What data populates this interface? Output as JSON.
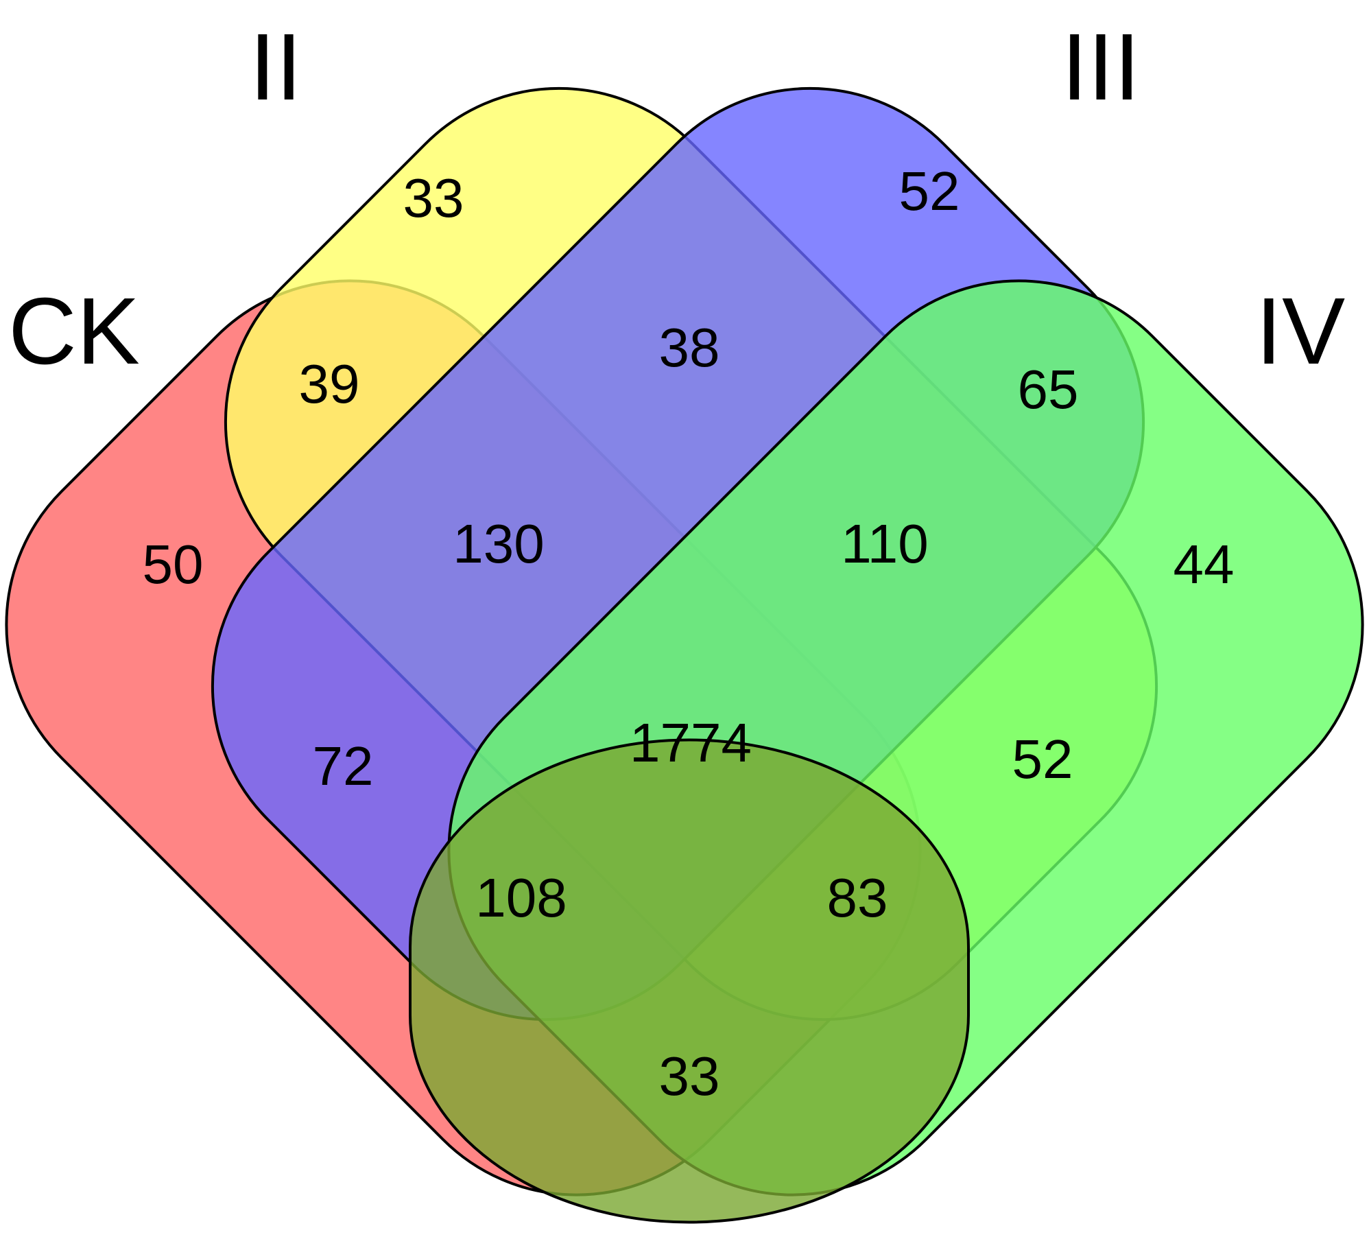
{
  "chart_data": {
    "type": "venn",
    "sets": [
      {
        "key": "CK",
        "label": "CK",
        "color": "#ff6666"
      },
      {
        "key": "II",
        "label": "II",
        "color": "#ffff66"
      },
      {
        "key": "III",
        "label": "III",
        "color": "#6666ff"
      },
      {
        "key": "IV",
        "label": "IV",
        "color": "#66ff66"
      },
      {
        "key": "V",
        "label": "",
        "color": "#7aa832"
      }
    ],
    "regions": [
      {
        "sets": [
          "II"
        ],
        "count": "33"
      },
      {
        "sets": [
          "III"
        ],
        "count": "52"
      },
      {
        "sets": [
          "CK",
          "II"
        ],
        "count": "39"
      },
      {
        "sets": [
          "II",
          "III"
        ],
        "count": "38"
      },
      {
        "sets": [
          "III",
          "IV"
        ],
        "count": "65"
      },
      {
        "sets": [
          "CK"
        ],
        "count": "50"
      },
      {
        "sets": [
          "CK",
          "II",
          "III"
        ],
        "count": "130"
      },
      {
        "sets": [
          "II",
          "III",
          "IV"
        ],
        "count": "110"
      },
      {
        "sets": [
          "IV"
        ],
        "count": "44"
      },
      {
        "sets": [
          "CK",
          "III"
        ],
        "count": "72"
      },
      {
        "sets": [
          "CK",
          "II",
          "III",
          "IV",
          "V"
        ],
        "count": "1774"
      },
      {
        "sets": [
          "II",
          "IV"
        ],
        "count": "52"
      },
      {
        "sets": [
          "CK",
          "III",
          "V"
        ],
        "count": "108"
      },
      {
        "sets": [
          "II",
          "IV",
          "V"
        ],
        "count": "83"
      },
      {
        "sets": [
          "V"
        ],
        "count": "33"
      }
    ]
  }
}
